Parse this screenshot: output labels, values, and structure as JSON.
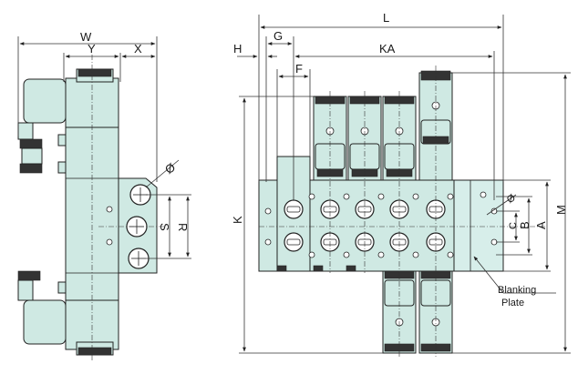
{
  "dimensions": {
    "W": "W",
    "Y": "Y",
    "X": "X",
    "L": "L",
    "H": "H",
    "G": "G",
    "F": "F",
    "KA": "KA",
    "K": "K",
    "M": "M",
    "A": "A",
    "B": "B",
    "C": "C",
    "S": "S",
    "R": "R",
    "port_o": "Ø",
    "port_m": "Ø"
  },
  "callout": {
    "line1": "Blanking",
    "line2": "Plate"
  }
}
